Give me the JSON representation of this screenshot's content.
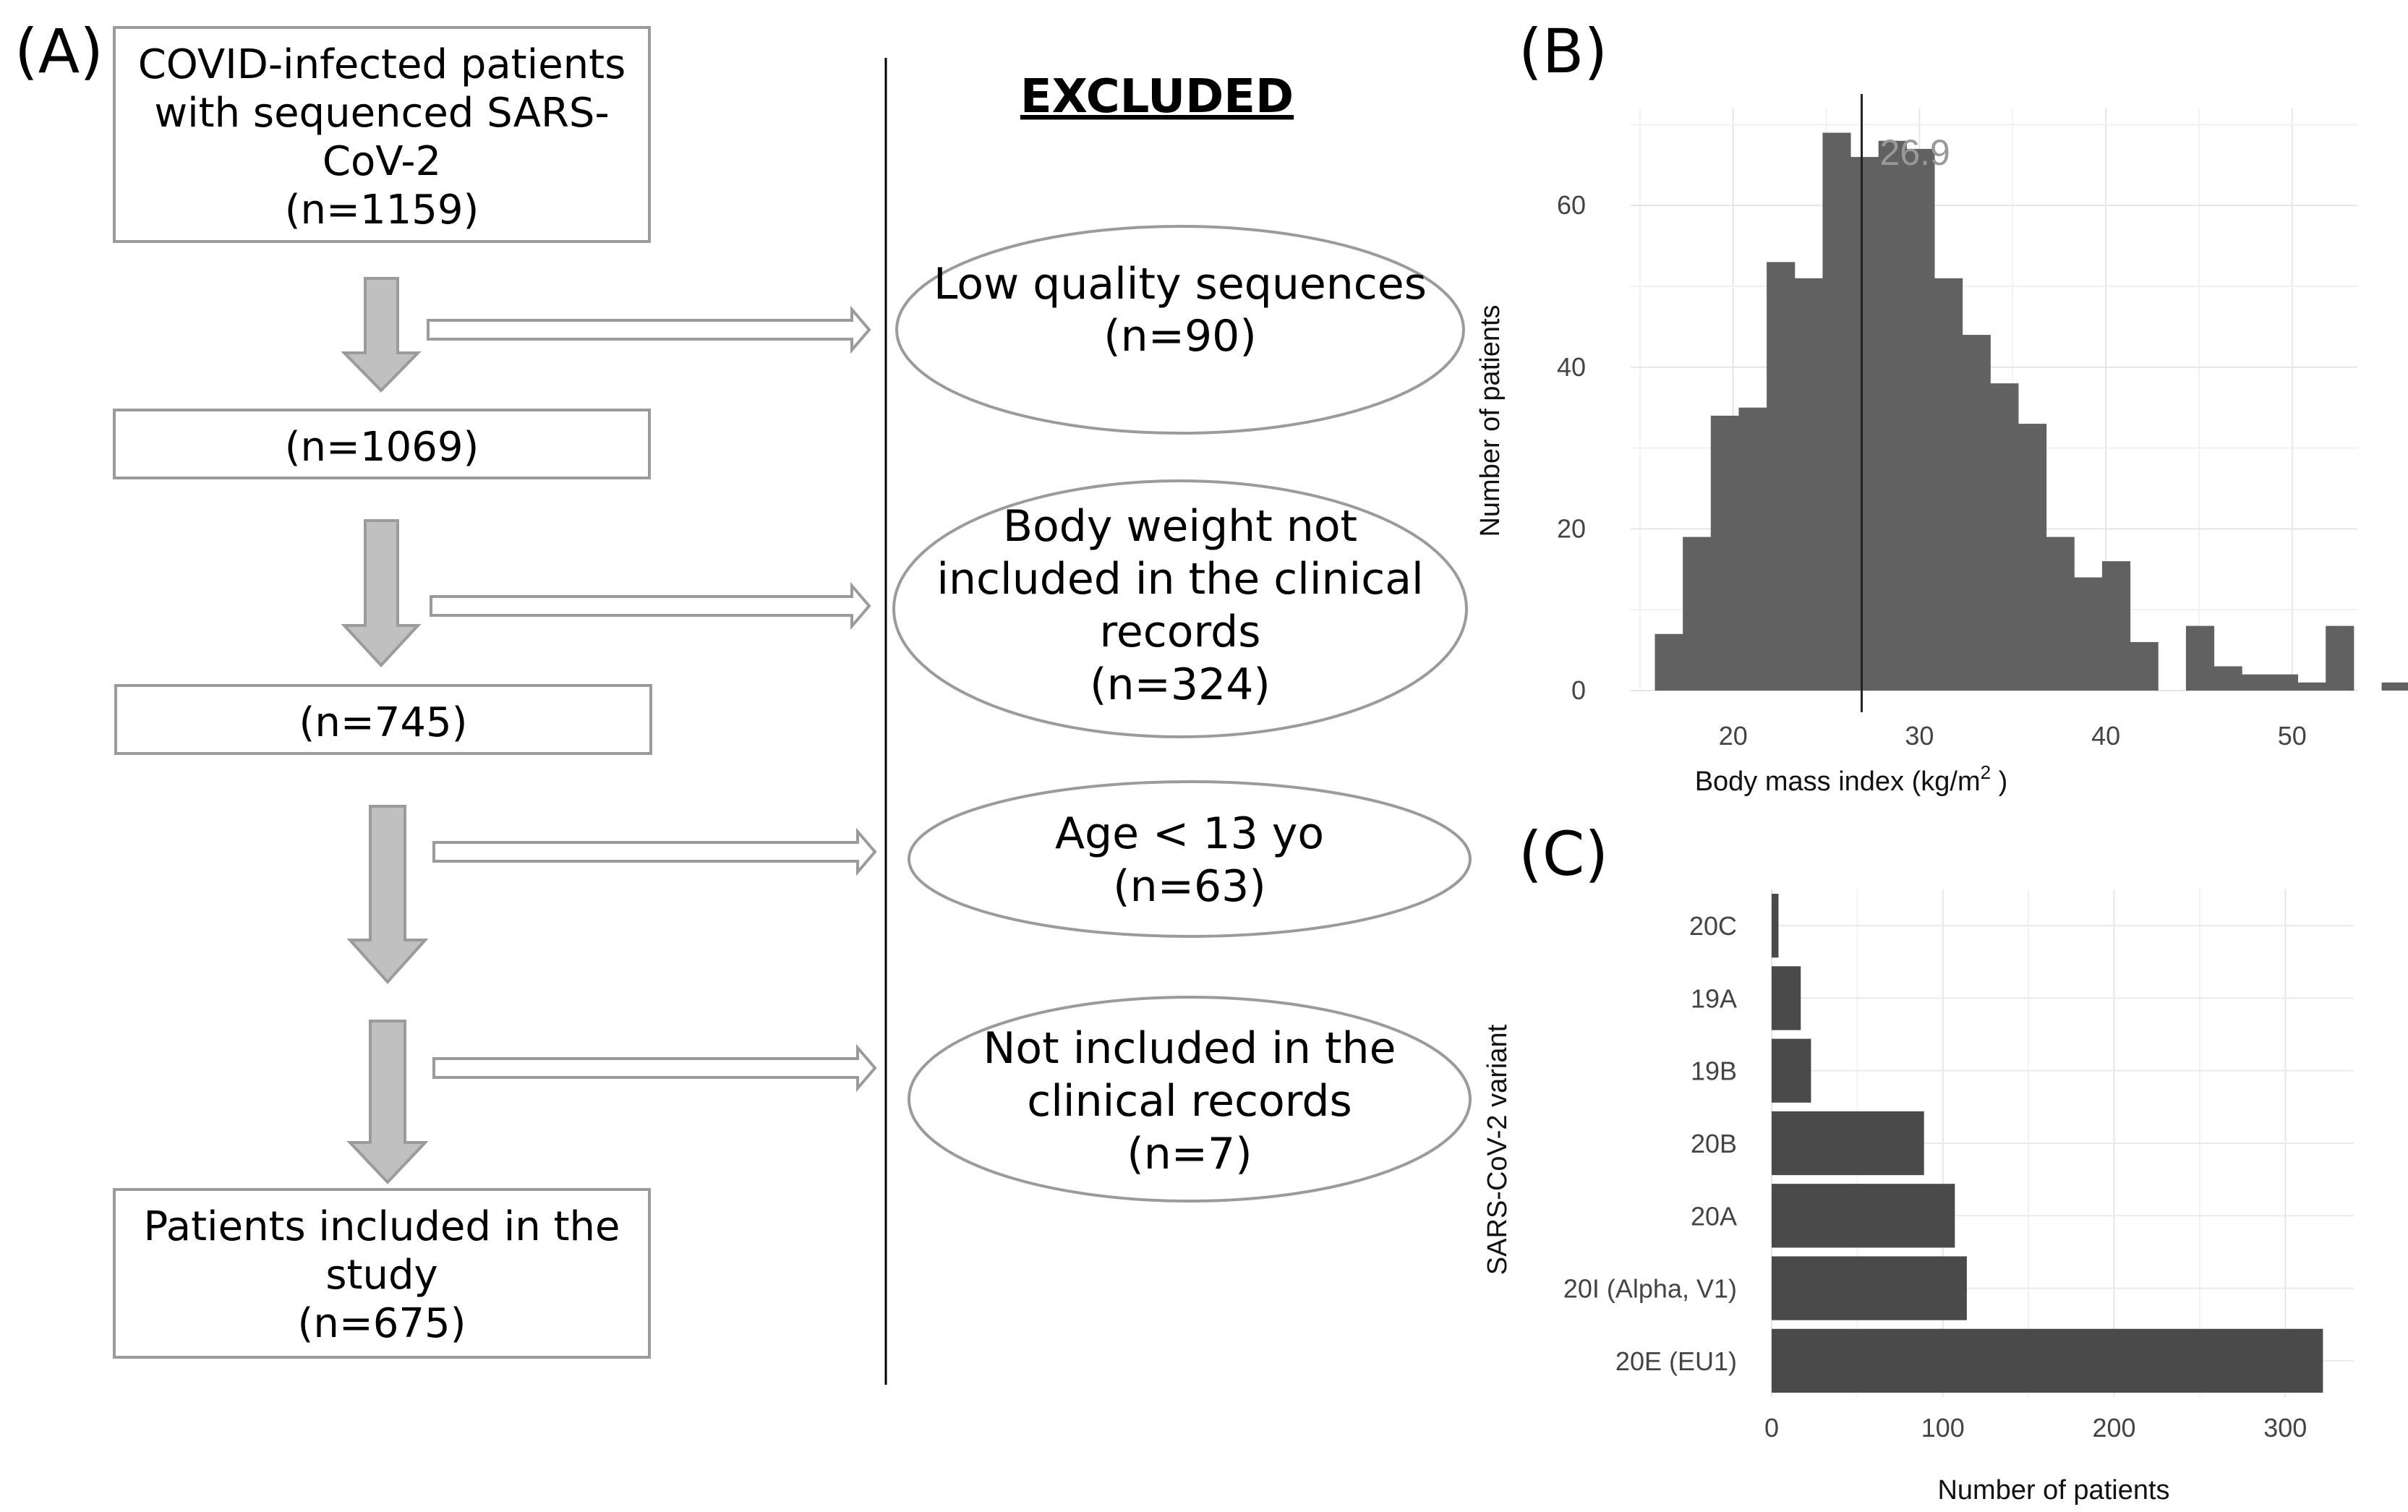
{
  "panels": {
    "a": "(A)",
    "b": "(B)",
    "c": "(C)"
  },
  "flowchart": {
    "excluded_header": "EXCLUDED",
    "boxes": [
      {
        "lines": [
          "COVID-infected patients",
          "with sequenced SARS-",
          "CoV-2",
          "(n=1159)"
        ]
      },
      {
        "lines": [
          "(n=1069)"
        ]
      },
      {
        "lines": [
          "(n=745)"
        ]
      },
      {
        "lines": [
          "Patients included in the",
          "study",
          "(n=675)"
        ]
      }
    ],
    "exclusions": [
      {
        "lines": [
          "Low quality sequences",
          "(n=90)"
        ]
      },
      {
        "lines": [
          "Body weight not",
          "included in the clinical",
          "records",
          "(n=324)"
        ]
      },
      {
        "lines": [
          "Age < 13 yo",
          "(n=63)"
        ]
      },
      {
        "lines": [
          "Not included in the",
          "clinical records",
          "(n=7)"
        ]
      }
    ]
  },
  "chart_data": [
    {
      "type": "bar",
      "subtype": "histogram",
      "bin_width": 1.5,
      "bin_start": 15.8,
      "values": [
        7,
        19,
        34,
        35,
        53,
        51,
        69,
        66,
        68,
        67,
        51,
        44,
        38,
        33,
        19,
        14,
        16,
        6,
        0,
        8,
        3,
        2,
        2,
        1,
        8,
        0,
        1
      ],
      "xlabel": "Body mass index (kg/m",
      "xlabel_sup": "2",
      "xlabel_end": " )",
      "ylabel": "Number of patients",
      "x_ticks": [
        "20",
        "30",
        "40",
        "50"
      ],
      "y_ticks": [
        "0",
        "20",
        "40",
        "60"
      ],
      "xlim": [
        14.5,
        53.5
      ],
      "ylim": [
        0,
        72
      ],
      "vline": 26.9,
      "vline_label": "26.9",
      "grid": true,
      "bar_color": "#616161"
    },
    {
      "type": "bar",
      "orientation": "horizontal",
      "categories": [
        "20C",
        "19A",
        "19B",
        "20B",
        "20A",
        "20I (Alpha, V1)",
        "20E (EU1)"
      ],
      "values": [
        4,
        17,
        23,
        89,
        107,
        114,
        322
      ],
      "xlabel": "Number of patients",
      "ylabel": "SARS-CoV-2 variant",
      "x_ticks": [
        "0",
        "100",
        "200",
        "300"
      ],
      "xlim": [
        0,
        340
      ],
      "grid": true,
      "bar_color": "#4a4a4a"
    }
  ]
}
